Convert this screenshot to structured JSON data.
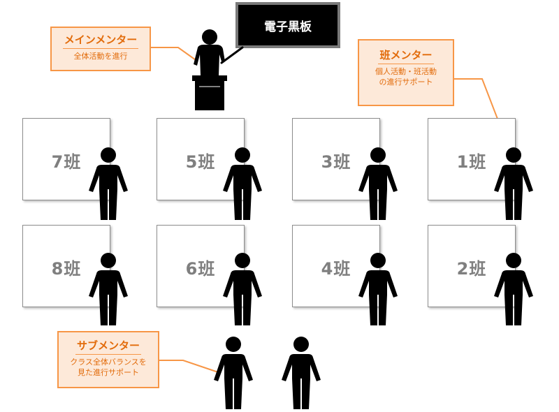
{
  "board": {
    "label": "電子黒板"
  },
  "callouts": {
    "main": {
      "title": "メインメンター",
      "desc": [
        "全体活動を進行"
      ]
    },
    "group": {
      "title": "班メンター",
      "desc": [
        "個人活動・班活動",
        "の進行サポート"
      ]
    },
    "sub": {
      "title": "サブメンター",
      "desc": [
        "クラス全体バランスを",
        "見た進行サポート"
      ]
    }
  },
  "tables": [
    {
      "label": "7班"
    },
    {
      "label": "5班"
    },
    {
      "label": "3班"
    },
    {
      "label": "1班"
    },
    {
      "label": "8班"
    },
    {
      "label": "6班"
    },
    {
      "label": "4班"
    },
    {
      "label": "2班"
    }
  ],
  "colors": {
    "accent": "#f79646",
    "accent_fill": "#fde9d9",
    "accent_text": "#e26b0a",
    "figure": "#000000",
    "table_label": "#7f7f7f"
  }
}
